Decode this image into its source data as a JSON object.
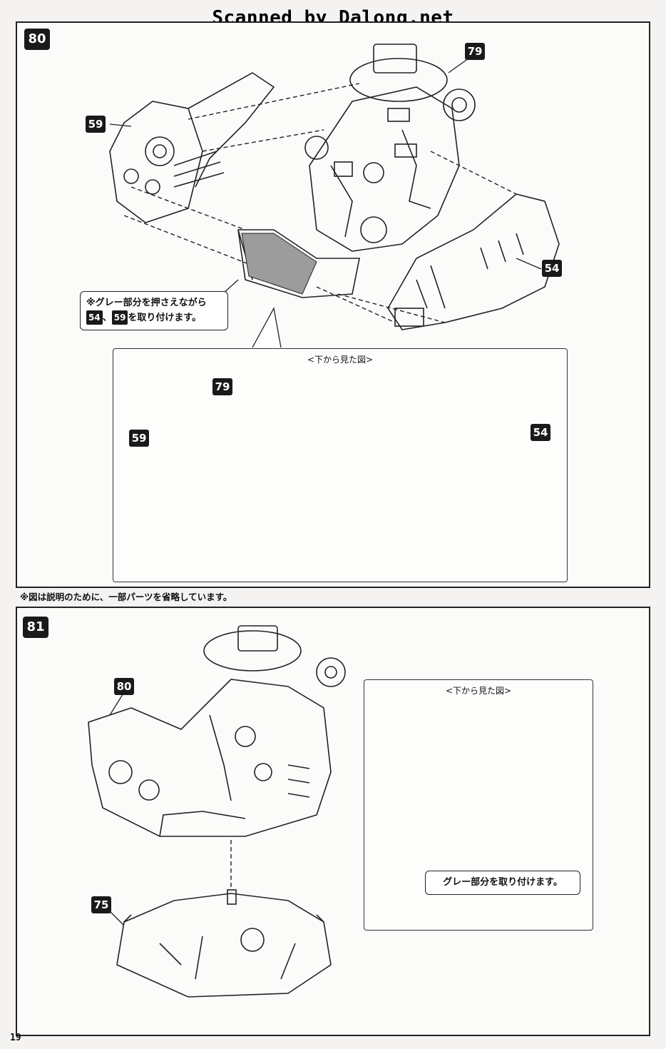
{
  "header": {
    "scan_credit": "Scanned by Dalong.net"
  },
  "step80": {
    "number": "80",
    "parts": {
      "p79": "79",
      "p59": "59",
      "p54": "54"
    },
    "callout_line1": "※グレー部分を押さえながら",
    "callout_tag1": "54",
    "callout_sep": "、",
    "callout_tag2": "59",
    "callout_rest": "を取り付けます。",
    "inset_title": "<下から見た図>",
    "inset_parts": {
      "p79": "79",
      "p59": "59",
      "p54": "54"
    }
  },
  "footnote": "※図は説明のために、一部パーツを省略しています。",
  "step81": {
    "number": "81",
    "parts": {
      "p80": "80",
      "p75": "75"
    },
    "inset_title": "<下から見た図>",
    "inset_callout": "グレー部分を取り付けます。"
  },
  "page_number": "19"
}
